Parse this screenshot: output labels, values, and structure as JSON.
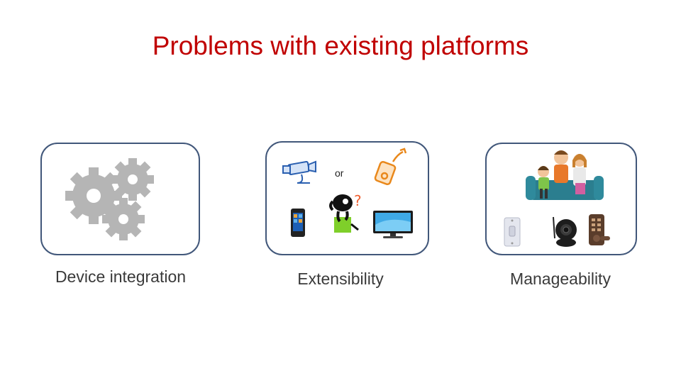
{
  "slide": {
    "title": "Problems with existing platforms"
  },
  "panels": [
    {
      "caption": "Device integration",
      "icon": "gears-icon"
    },
    {
      "caption": "Extensibility",
      "icon": "devices-icon",
      "connector_text": "or"
    },
    {
      "caption": "Manageability",
      "icon": "family-icon"
    }
  ],
  "colors": {
    "title": "#c00000",
    "panel_border": "#41577a",
    "gear": "#b5b5b5"
  }
}
